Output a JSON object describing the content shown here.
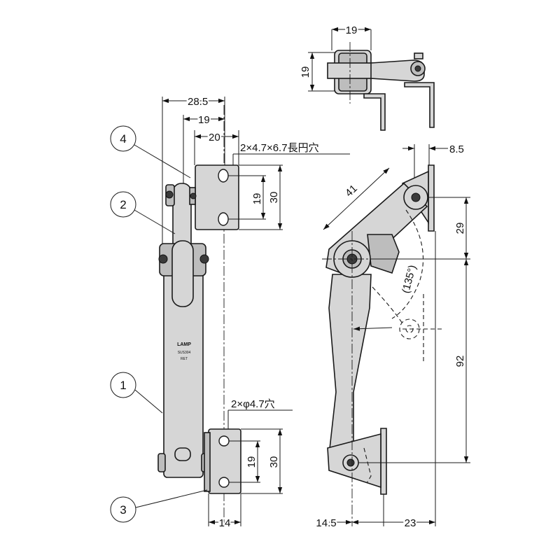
{
  "callouts": [
    "4",
    "2",
    "1",
    "3"
  ],
  "dimensions": {
    "top_width": "19",
    "top_height": "19",
    "front_total_width": "28.5",
    "front_bracket_offset": "19",
    "front_bracket_width": "20",
    "slot_note": "2×4.7×6.7長円穴",
    "upper_hole_pitch": "19",
    "upper_bracket_height": "30",
    "hole_note": "2×φ4.7穴",
    "lower_hole_pitch": "19",
    "lower_bracket_height": "30",
    "lower_bracket_width": "14",
    "side_top_offset": "8.5",
    "arm_length": "41",
    "upper_pivot_drop": "29",
    "open_angle": "(135°)",
    "pivot_distance": "92",
    "bottom_left": "14.5",
    "bottom_right": "23"
  },
  "marking": {
    "brand": "LAMP",
    "material": "SUS304",
    "model": "RET"
  },
  "colors": {
    "part_fill": "#d6d6d6",
    "line": "#1a1a1a"
  }
}
